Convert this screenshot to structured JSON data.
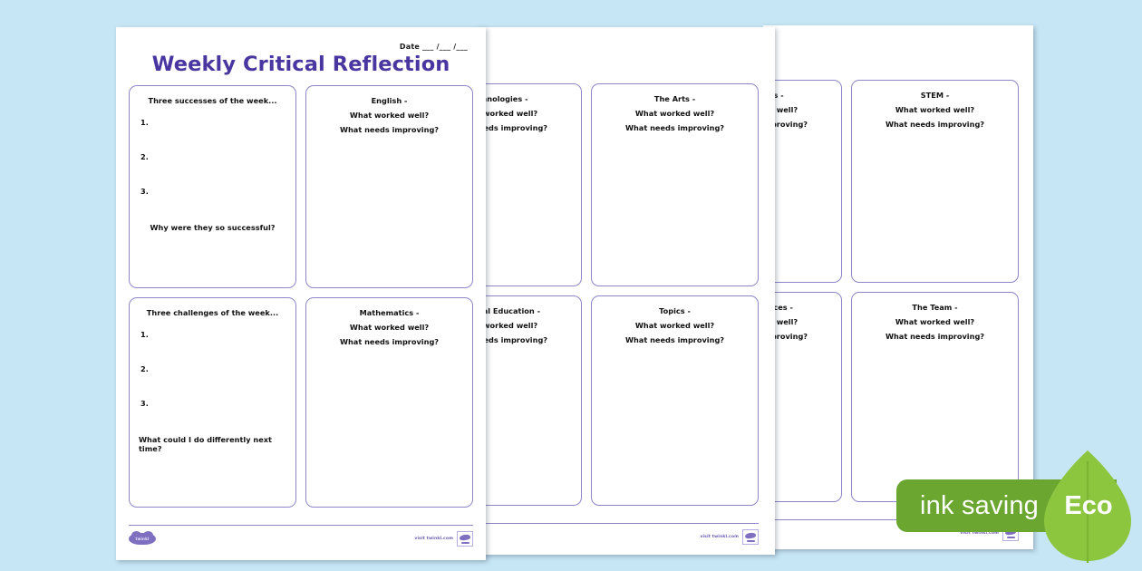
{
  "meta": {
    "background_color": "#c6e6f5",
    "title_color": "#4936a0",
    "box_border_color": "#8d86c9",
    "eco_green": "#6aa630",
    "leaf_green": "#8cc63f"
  },
  "document": {
    "title": "Weekly Critical Reflection",
    "date_label": "Date ___ /___ /___"
  },
  "prompts": {
    "worked_well": "What worked well?",
    "needs_improving": "What needs improving?"
  },
  "page1": {
    "successes": {
      "heading": "Three successes of the week...",
      "items": [
        "1.",
        "2.",
        "3."
      ],
      "prompt": "Why were they so successful?"
    },
    "challenges": {
      "heading": "Three challenges of the week...",
      "items": [
        "1.",
        "2.",
        "3."
      ],
      "prompt": "What could I do differently next time?"
    },
    "english": {
      "heading": "English -",
      "line2": "What worked well?",
      "line3": "What needs improving?"
    },
    "mathematics": {
      "heading": "Mathematics -",
      "line2": "What worked well?",
      "line3": "What needs improving?"
    }
  },
  "page2": {
    "technologies": {
      "heading": "Technologies -",
      "line2": "What worked well?",
      "line3": "What needs improving?"
    },
    "arts": {
      "heading": "The Arts -",
      "line2": "What worked well?",
      "line3": "What needs improving?"
    },
    "physical_education": {
      "heading": "Physical Education -",
      "line2": "What worked well?",
      "line3": "What needs improving?"
    },
    "topics": {
      "heading": "Topics -",
      "line2": "What worked well?",
      "line3": "What needs improving?"
    }
  },
  "page3": {
    "languages": {
      "heading": "Languages -",
      "line2": "What worked well?",
      "line3": "What needs improving?"
    },
    "stem": {
      "heading": "STEM -",
      "line2": "What worked well?",
      "line3": "What needs improving?"
    },
    "social_sciences": {
      "heading": "Social Sciences -",
      "line2": "What worked well?",
      "line3": "What needs improving?"
    },
    "team": {
      "heading": "The Team -",
      "line2": "What worked well?",
      "line3": "What needs improving?"
    }
  },
  "footer": {
    "brand": "twinkl",
    "url": "visit twinkl.com"
  },
  "eco_badge": {
    "label": "ink saving",
    "eco": "Eco"
  }
}
